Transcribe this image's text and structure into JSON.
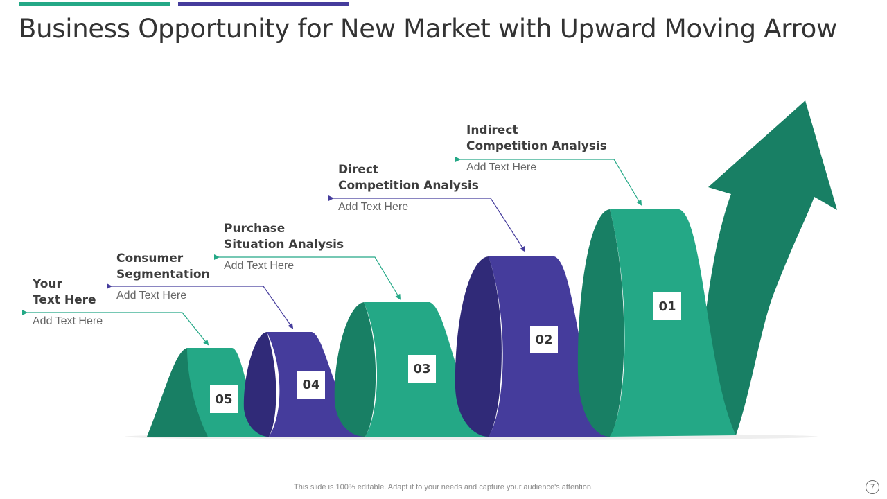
{
  "title": "Business Opportunity for New Market with Upward Moving Arrow",
  "colors": {
    "green": "#24a886",
    "green_dark": "#187f64",
    "purple": "#453c9c",
    "purple_dark": "#302a78"
  },
  "steps": [
    {
      "number": "01",
      "title_line1": "Indirect",
      "title_line2": "Competition Analysis",
      "text": "Add Text Here",
      "color": "green"
    },
    {
      "number": "02",
      "title_line1": "Direct",
      "title_line2": "Competition Analysis",
      "text": "Add Text Here",
      "color": "purple"
    },
    {
      "number": "03",
      "title_line1": "Purchase",
      "title_line2": "Situation Analysis",
      "text": "Add Text Here",
      "color": "green"
    },
    {
      "number": "04",
      "title_line1": "Consumer",
      "title_line2": "Segmentation",
      "text": "Add Text Here",
      "color": "purple"
    },
    {
      "number": "05",
      "title_line1": "Your",
      "title_line2": "Text Here",
      "text": "Add Text Here",
      "color": "green"
    }
  ],
  "footer": "This slide is 100% editable. Adapt it to your needs and capture your audience's attention.",
  "page_number": "7"
}
